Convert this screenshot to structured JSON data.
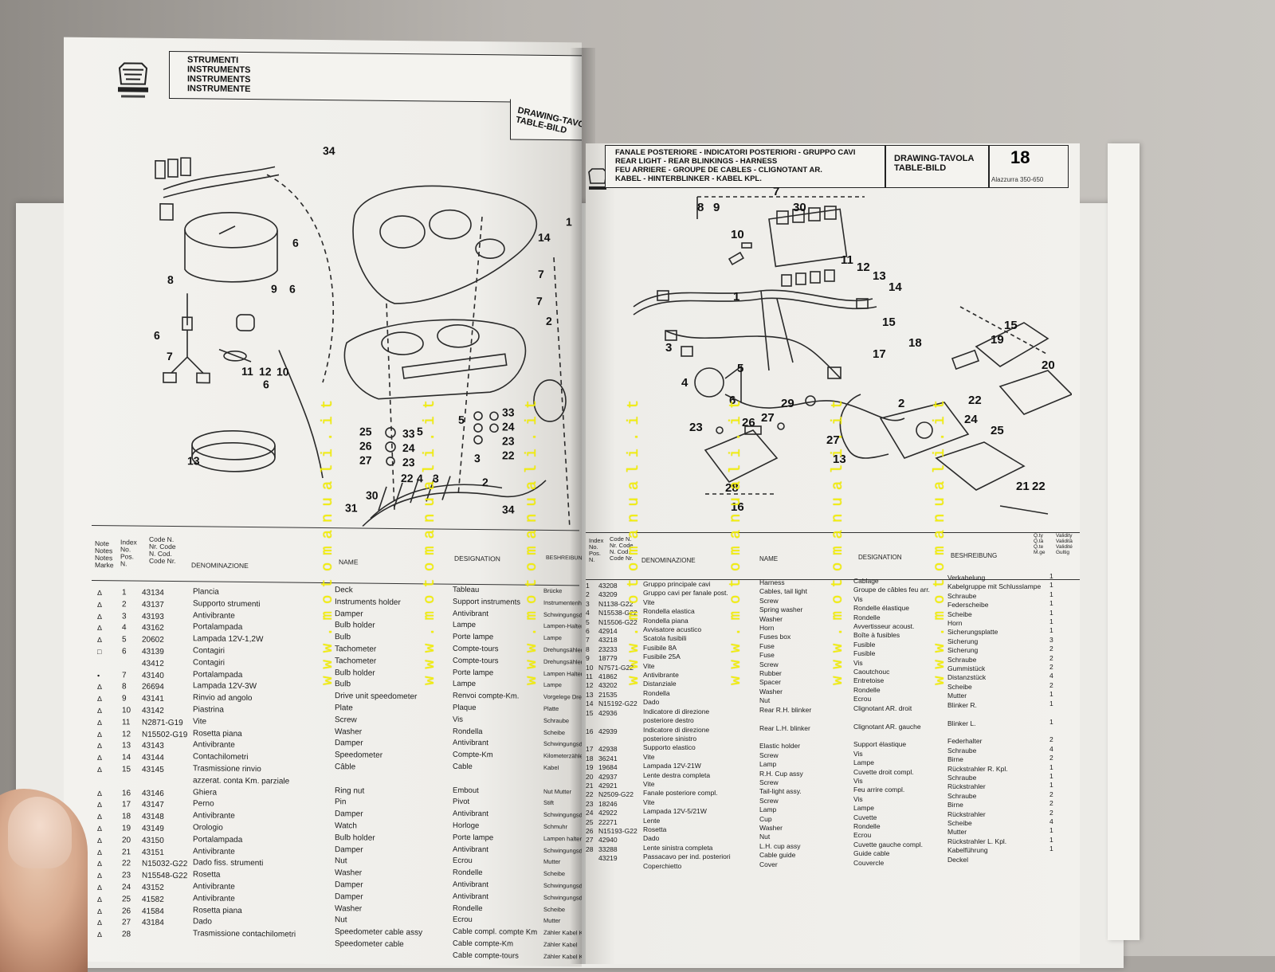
{
  "left_page": {
    "header_lines": [
      "STRUMENTI",
      "INSTRUMENTS",
      "INSTRUMENTS",
      "INSTRUMENTE"
    ],
    "drawing_label": [
      "DRAWING-TAVOLA",
      "TABLE-BILD"
    ],
    "part_labels": [
      "34",
      "1",
      "2",
      "6",
      "6",
      "8",
      "6",
      "7",
      "9",
      "6",
      "11",
      "12",
      "10",
      "6",
      "13",
      "25",
      "26",
      "27",
      "33",
      "24",
      "23",
      "22",
      "5",
      "4",
      "3",
      "5",
      "33",
      "24",
      "23",
      "22",
      "3",
      "2",
      "31",
      "30",
      "34",
      "14",
      "7",
      "7"
    ]
  },
  "right_page": {
    "header_lines": [
      "FANALE POSTERIORE - INDICATORI POSTERIORI - GRUPPO CAVI",
      "REAR LIGHT - REAR BLINKINGS - HARNESS",
      "FEU ARRIERE - GROUPE DE CABLES - CLIGNOTANT AR.",
      "KABEL - HINTERBLINKER - KABEL KPL."
    ],
    "drawing_label": [
      "DRAWING-TAVOLA",
      "TABLE-BILD"
    ],
    "drawing_number": "18",
    "model": "Alazzurra 350-650",
    "part_labels": [
      "7",
      "8",
      "9",
      "30",
      "10",
      "11",
      "12",
      "13",
      "14",
      "1",
      "3",
      "5",
      "4",
      "6",
      "29",
      "15",
      "18",
      "17",
      "19",
      "15",
      "20",
      "22",
      "24",
      "25",
      "2",
      "23",
      "26",
      "27",
      "27",
      "13",
      "28",
      "16",
      "21",
      "22"
    ]
  },
  "left_table": {
    "headers": {
      "notes": [
        "Note",
        "Notes",
        "Notes",
        "Marke"
      ],
      "index": [
        "Index",
        "No.",
        "Pos.",
        "N."
      ],
      "code": [
        "Code N.",
        "Nr. Code",
        "N. Cod.",
        "Code Nr."
      ],
      "denominazione": "DENOMINAZIONE",
      "name": "NAME",
      "designation": "DESIGNATION",
      "beschreibung": "BESHREIBUNG"
    },
    "notes": [
      "Δ",
      "Δ",
      "Δ",
      "Δ",
      "Δ",
      "□",
      "",
      "•",
      "Δ",
      "Δ",
      "Δ",
      "Δ",
      "Δ",
      "Δ",
      "Δ",
      "Δ",
      "",
      "Δ",
      "Δ",
      "Δ",
      "Δ",
      "Δ",
      "Δ",
      "Δ",
      "Δ",
      "Δ",
      "Δ",
      "Δ",
      "Δ",
      "Δ"
    ],
    "index": [
      "1",
      "2",
      "3",
      "4",
      "5",
      "6",
      "",
      "7",
      "8",
      "9",
      "10",
      "11",
      "12",
      "13",
      "14",
      "15",
      "",
      "16",
      "17",
      "18",
      "19",
      "20",
      "21",
      "22",
      "23",
      "24",
      "25",
      "26",
      "27",
      "28"
    ],
    "code": [
      "43134",
      "43137",
      "43193",
      "43162",
      "20602",
      "43139",
      "43412",
      "43140",
      "26694",
      "43141",
      "43142",
      "N2871-G19",
      "N15502-G19",
      "43143",
      "43144",
      "43145",
      "",
      "43146",
      "43147",
      "43148",
      "43149",
      "43150",
      "43151",
      "N15032-G22",
      "N15548-G22",
      "43152",
      "41582",
      "41584",
      "43184"
    ],
    "denominazione": [
      "Plancia",
      "Supporto strumenti",
      "Antivibrante",
      "Portalampada",
      "Lampada 12V-1,2W",
      "Contagiri",
      "Contagiri",
      "Portalampada",
      "Lampada 12V-3W",
      "Rinvio ad angolo",
      "Piastrina",
      "Vite",
      "Rosetta piana",
      "Antivibrante",
      "Contachilometri",
      "Trasmissione rinvio",
      "azzerat. conta Km. parziale",
      "Ghiera",
      "Perno",
      "Antivibrante",
      "Orologio",
      "Portalampada",
      "Antivibrante",
      "Dado fiss. strumenti",
      "Rosetta",
      "Antivibrante",
      "Antivibrante",
      "Rosetta piana",
      "Dado",
      "Trasmissione contachilometri"
    ],
    "name": [
      "Deck",
      "Instruments holder",
      "Damper",
      "Bulb holder",
      "Bulb",
      "Tachometer",
      "Tachometer",
      "Bulb holder",
      "Bulb",
      "Drive unit speedometer",
      "Plate",
      "Screw",
      "Washer",
      "Damper",
      "Speedometer",
      "Câble",
      "",
      "Ring nut",
      "Pin",
      "Damper",
      "Watch",
      "Bulb holder",
      "Damper",
      "Nut",
      "Washer",
      "Damper",
      "Damper",
      "Washer",
      "Nut",
      "Speedometer cable assy",
      "Speedometer cable"
    ],
    "designation": [
      "Tableau",
      "Support instruments",
      "Antivibrant",
      "Lampe",
      "Porte lampe",
      "Compte-tours",
      "Compte-tours",
      "Porte lampe",
      "Lampe",
      "Renvoi compte-Km.",
      "Plaque",
      "Vis",
      "Rondella",
      "Antivibrant",
      "Compte-Km",
      "Cable",
      "",
      "Embout",
      "Pivot",
      "Antivibrant",
      "Horloge",
      "Porte lampe",
      "Antivibrant",
      "Ecrou",
      "Rondelle",
      "Antivibrant",
      "Antivibrant",
      "Rondelle",
      "Ecrou",
      "Cable compl. compte Km",
      "Cable compte-Km",
      "Cable compte-tours"
    ],
    "beschreibung": [
      "Brücke",
      "Instrumentenhalter",
      "Schwingungsdämpfer",
      "Lampen-Halter",
      "Lampe",
      "Drehungsähler",
      "Drehungsähler",
      "Lampen Halter",
      "Lampe",
      "Vorgelege Drehungsz.",
      "Platte",
      "Schraube",
      "Scheibe",
      "Schwingungsdämpfer",
      "Kilometerzähler",
      "Kabel",
      "",
      "Nut Mutter",
      "Stift",
      "Schwingungsdämpfer",
      "Schmuhr",
      "Lampen halter",
      "Schwingungsdämpfer",
      "Mutter",
      "Scheibe",
      "Schwingungsdämpfer",
      "Schwingungsdämpfer",
      "Scheibe",
      "Mutter",
      "Zähler Kabel Kpl.",
      "Zähler Kabel",
      "Zähler Kabel Kpl."
    ]
  },
  "right_table": {
    "headers": {
      "index": [
        "Index",
        "No.",
        "Pos.",
        "N."
      ],
      "code": [
        "Code N.",
        "Nr. Code",
        "N. Cod.",
        "Code Nr."
      ],
      "denominazione": "DENOMINAZIONE",
      "name": "NAME",
      "designation": "DESIGNATION",
      "beschreibung": "BESHREIBUNG",
      "qty": [
        "Q.ty",
        "Q.tà",
        "Q.te",
        "M.ge"
      ],
      "validity": [
        "Validity",
        "Validità",
        "Validité",
        "Gultig"
      ]
    },
    "index": [
      "1",
      "2",
      "3",
      "4",
      "5",
      "6",
      "7",
      "8",
      "9",
      "10",
      "11",
      "12",
      "13",
      "14",
      "15",
      "",
      "16",
      "",
      "17",
      "18",
      "19",
      "20",
      "21",
      "22",
      "23",
      "24",
      "25",
      "26",
      "27",
      "28"
    ],
    "code": [
      "43208",
      "43209",
      "N1138-G22",
      "N15538-G22",
      "N15506-G22",
      "42914",
      "43218",
      "23233",
      "18779",
      "N7571-G22",
      "41862",
      "43202",
      "21535",
      "N15192-G22",
      "42936",
      "",
      "42939",
      "",
      "42938",
      "36241",
      "19684",
      "42937",
      "42921",
      "N2509-G22",
      "18246",
      "42922",
      "22271",
      "N15193-G22",
      "42940",
      "33288",
      "43219"
    ],
    "denominazione": [
      "Gruppo principale cavi",
      "Gruppo cavi per fanale post.",
      "Vite",
      "Rondella elastica",
      "Rondella piana",
      "Avvisatore acustico",
      "Scatola fusibili",
      "Fusibile 8A",
      "Fusibile 25A",
      "Vite",
      "Antivibrante",
      "Distanziale",
      "Rondella",
      "Dado",
      "Indicatore di direzione",
      "posteriore destro",
      "Indicatore di direzione",
      "posteriore sinistro",
      "Supporto elastico",
      "Vite",
      "Lampada 12V-21W",
      "Lente destra completa",
      "Vite",
      "Fanale posteriore compl.",
      "Vite",
      "Lampada 12V-5/21W",
      "Lente",
      "Rosetta",
      "Dado",
      "Lente sinistra completa",
      "Passacavo per ind. posteriori",
      "Coperchietto"
    ],
    "name": [
      "Harness",
      "Cables, tail light",
      "Screw",
      "Spring washer",
      "Washer",
      "Horn",
      "Fuses box",
      "Fuse",
      "Fuse",
      "Screw",
      "Rubber",
      "Spacer",
      "Washer",
      "Nut",
      "Rear R.H. blinker",
      "",
      "Rear L.H. blinker",
      "",
      "Elastic holder",
      "Screw",
      "Lamp",
      "R.H. Cup assy",
      "Screw",
      "Tail-light assy.",
      "Screw",
      "Lamp",
      "Cup",
      "Washer",
      "Nut",
      "L.H. cup assy",
      "Cable guide",
      "Cover"
    ],
    "designation": [
      "Cablage",
      "Groupe de câbles feu arr.",
      "Vis",
      "Rondelle élastique",
      "Rondelle",
      "Avvertisseur acoust.",
      "Boîte à fusibles",
      "Fusible",
      "Fusible",
      "Vis",
      "Caoutchouc",
      "Entretoise",
      "Rondelle",
      "Ecrou",
      "Clignotant AR. droit",
      "",
      "Clignotant AR. gauche",
      "",
      "Support élastique",
      "Vis",
      "Lampe",
      "Cuvette droit compl.",
      "Vis",
      "Feu arrire compl.",
      "Vis",
      "Lampe",
      "Cuvette",
      "Rondelle",
      "Ecrou",
      "Cuvette gauche compl.",
      "Guide cable",
      "Couvercle"
    ],
    "beschreibung": [
      "Verkabelung",
      "Kabelgruppe mit Schlusslampe",
      "Schraube",
      "Federscheibe",
      "Scheibe",
      "Horn",
      "Sicherungsplatte",
      "Sicherung",
      "Sicherung",
      "Schraube",
      "Gummistück",
      "Distanzstück",
      "Scheibe",
      "Mutter",
      "Blinker R.",
      "",
      "Blinker L.",
      "",
      "Federhalter",
      "Schraube",
      "Birne",
      "Rückstrahler R. Kpl.",
      "Schraube",
      "Rückstrahler",
      "Schraube",
      "Birne",
      "Rückstrahler",
      "Scheibe",
      "Mutter",
      "Rückstrahler L. Kpl.",
      "Kabelführung",
      "Deckel"
    ],
    "qty": [
      "1",
      "1",
      "1",
      "1",
      "1",
      "1",
      "1",
      "3",
      "2",
      "2",
      "2",
      "4",
      "2",
      "1",
      "1",
      "",
      "1",
      "",
      "2",
      "4",
      "2",
      "1",
      "1",
      "1",
      "2",
      "2",
      "2",
      "4",
      "1",
      "1",
      "1"
    ]
  },
  "watermark": "www.motomanuali.it"
}
